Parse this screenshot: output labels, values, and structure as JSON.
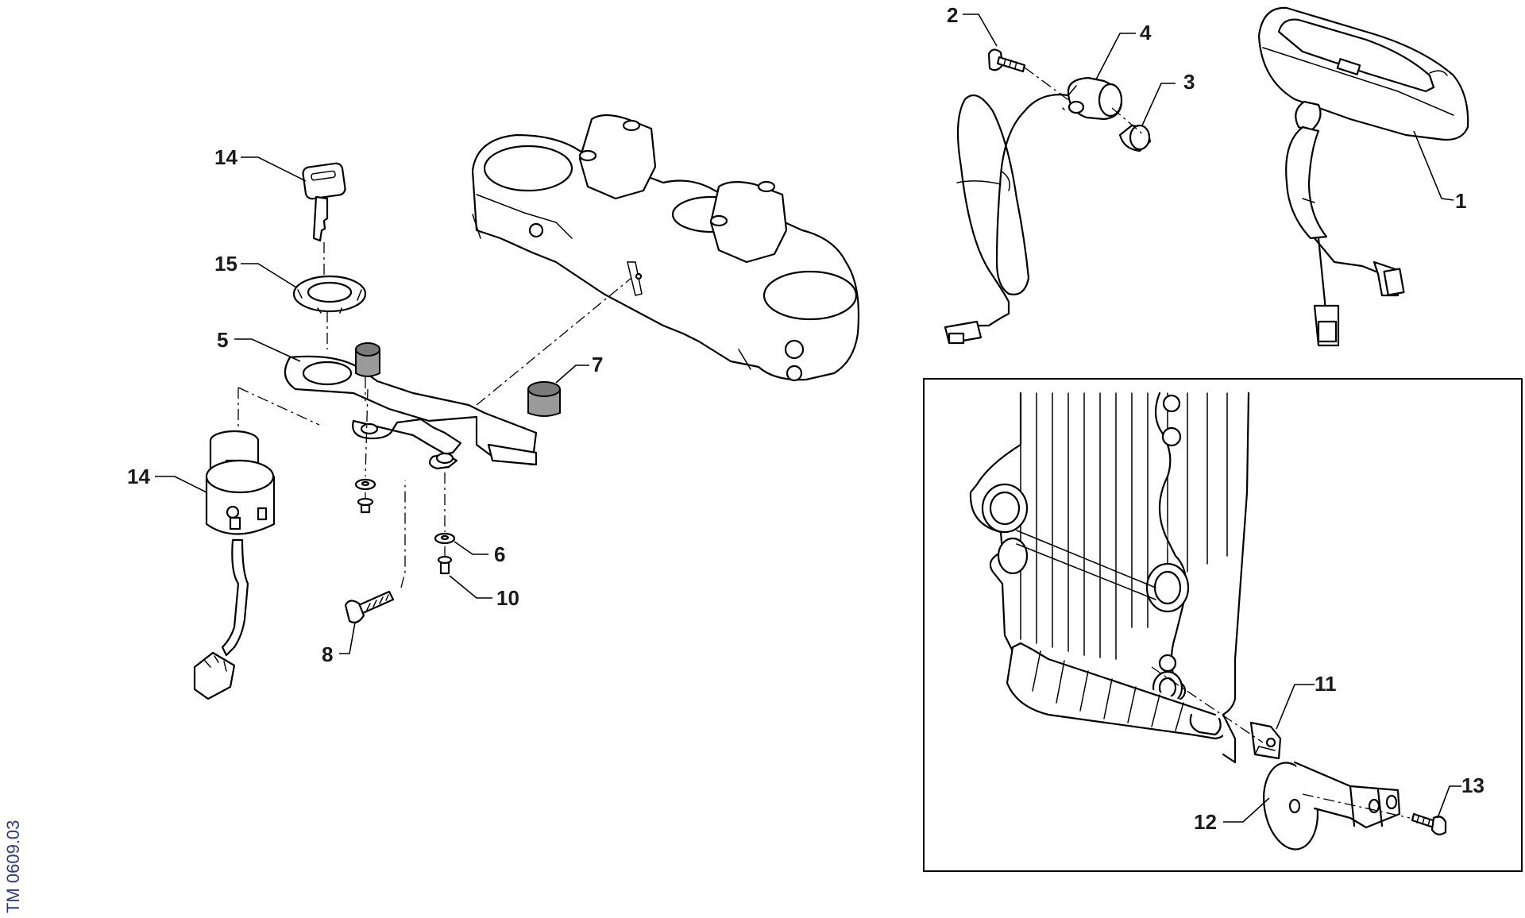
{
  "drawing_code": "TM 0609.03",
  "callouts": {
    "c1": "1",
    "c2": "2",
    "c3": "3",
    "c4": "4",
    "c5": "5",
    "c6": "6",
    "c7": "7",
    "c8": "8",
    "c10": "10",
    "c11": "11",
    "c12": "12",
    "c13": "13",
    "c14_key": "14",
    "c14_switch": "14",
    "c15": "15"
  }
}
